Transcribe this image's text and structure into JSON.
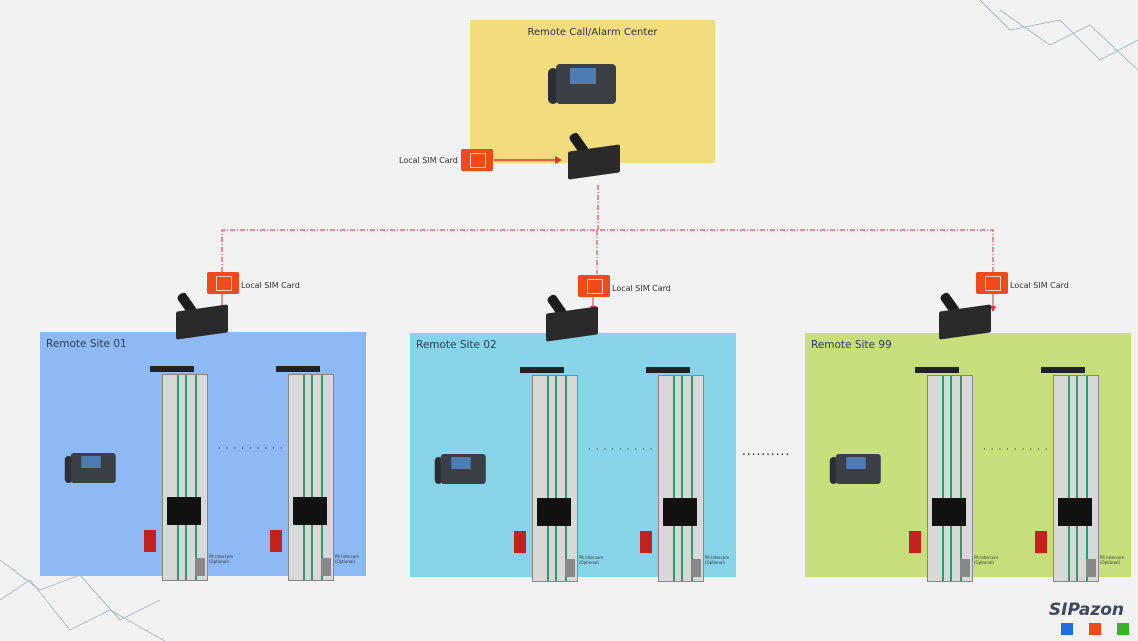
{
  "center": {
    "title": "Remote Call/Alarm Center",
    "sim_label": "Local SIM Card"
  },
  "sites": [
    {
      "title": "Remote Site  01",
      "sim_label": "Local SIM Card",
      "color": "#8fb9f5",
      "pit_label": "Pit Intercom (Optional)"
    },
    {
      "title": "Remote Site  02",
      "sim_label": "Local SIM Card",
      "color": "#86d3ea",
      "pit_label": "Pit Intercom (Optional)"
    },
    {
      "title": "Remote Site  99",
      "sim_label": "Local SIM Card",
      "color": "#c6df7b",
      "pit_label": "Pit Intercom (Optional)"
    }
  ],
  "between_sites_dots": "..........",
  "shaft_dots": "· · · · · · · · ·",
  "logo": {
    "text": "SIPazon",
    "colors": [
      "#1e6fe0",
      "#f04a1a",
      "#3db02a"
    ]
  },
  "link_color": "#e0303a"
}
